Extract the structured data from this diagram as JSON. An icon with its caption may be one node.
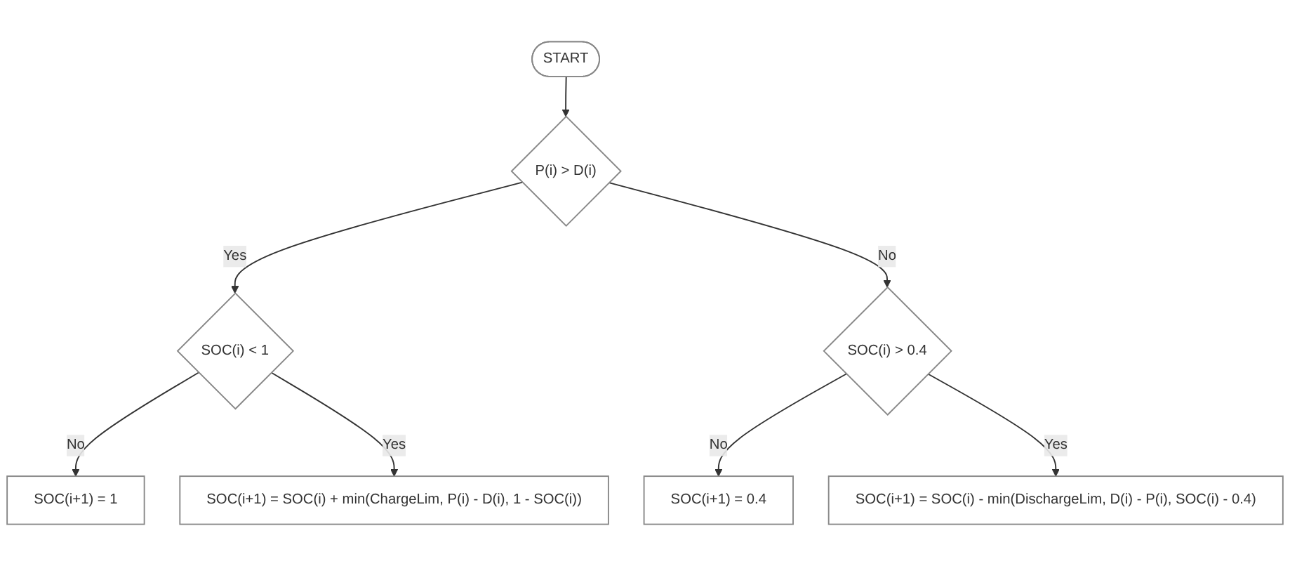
{
  "diagram": {
    "nodes": [
      {
        "text": [
          "START"
        ]
      },
      {
        "text": [
          "SOC(i+1) = 1"
        ]
      },
      {
        "text": [
          "SOC(i) < 1"
        ]
      },
      {
        "text": [
          "P(i) > D(i)"
        ]
      },
      {
        "text": [
          "SOC(i) > 0.4"
        ]
      },
      {
        "text": [
          "SOC(i+1) = 0.4"
        ]
      },
      {
        "text": [
          "SOC(i+1) = SOC(i) + min(ChargeLim, P(i) - D(i), 1 - SOC(i))"
        ]
      },
      {
        "text": [
          "SOC(i+1) = SOC(i) - min(DischargeLim, D(i) - P(i), SOC(i) - 0.4)"
        ]
      }
    ],
    "edges": [
      {
        "from": 0,
        "to": 3,
        "arrow": "to"
      },
      {
        "from": 3,
        "to": 2,
        "label": "Yes",
        "arrow": "to"
      },
      {
        "from": 3,
        "to": 4,
        "label": "No",
        "arrow": "to"
      },
      {
        "from": 2,
        "to": 1,
        "label": "No",
        "arrow": "to"
      },
      {
        "from": 4,
        "to": 5,
        "label": "No",
        "arrow": "to"
      },
      {
        "from": 2,
        "to": 6,
        "label": "Yes",
        "arrow": "to"
      },
      {
        "from": 4,
        "to": 7,
        "label": "Yes",
        "arrow": "to"
      }
    ]
  }
}
